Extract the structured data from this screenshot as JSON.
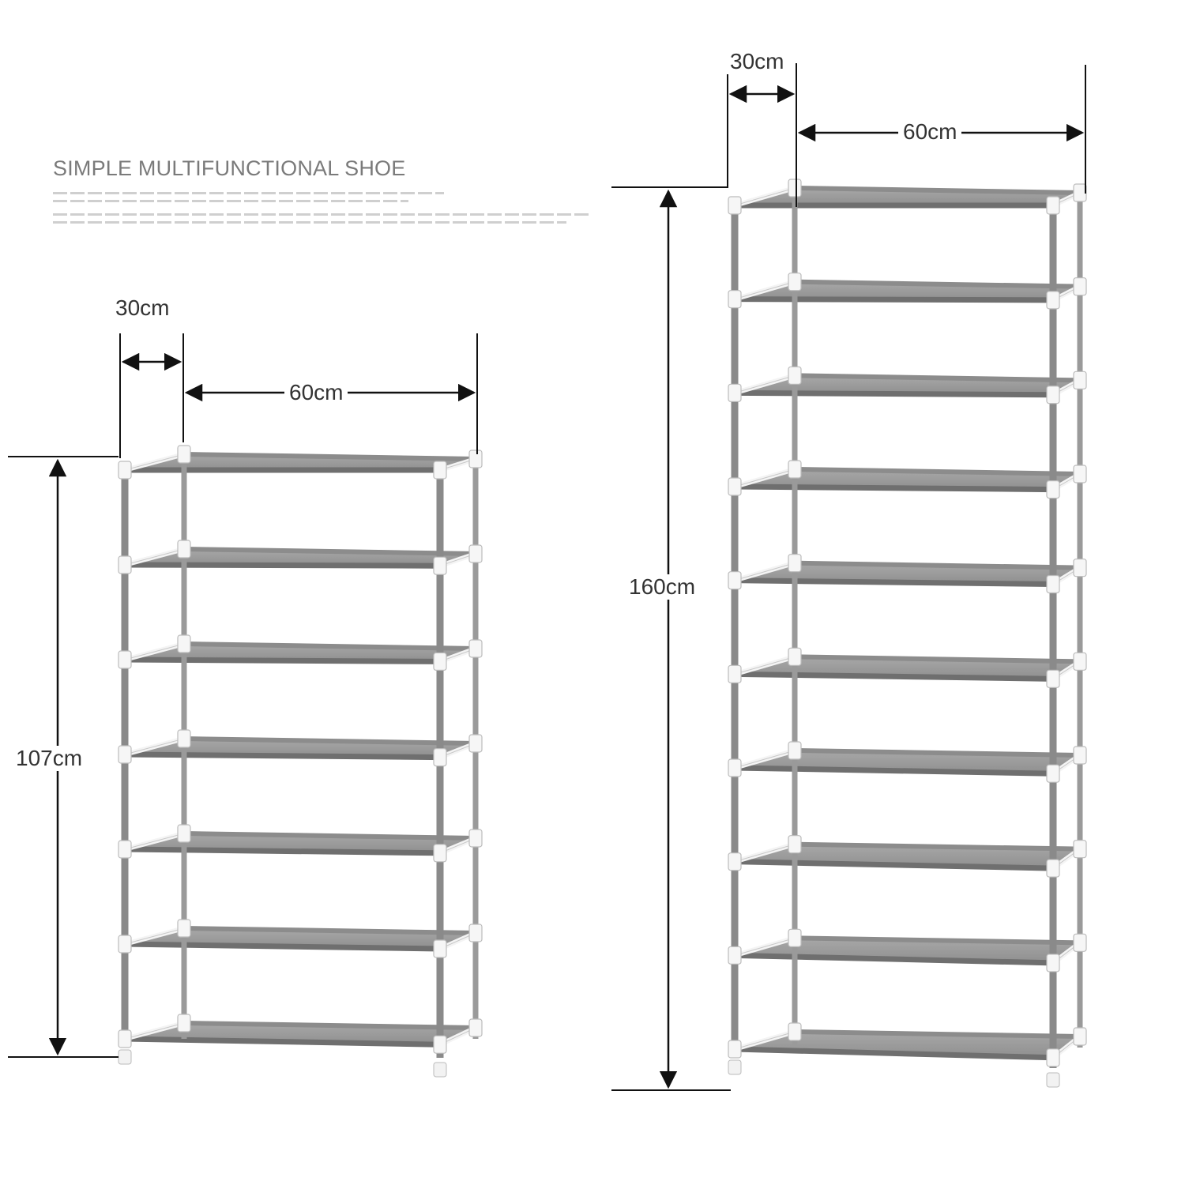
{
  "heading": "SIMPLE MULTIFUNCTIONAL SHOE",
  "rack_small": {
    "depth_label": "30cm",
    "width_label": "60cm",
    "height_label": "107cm",
    "tiers": 7
  },
  "rack_tall": {
    "depth_label": "30cm",
    "width_label": "60cm",
    "height_label": "160cm",
    "tiers": 10
  },
  "colors": {
    "frame": "#8a8a8a",
    "frame_light": "#f4f4f4",
    "shelf": "#9d9d9d",
    "shelf_edge": "#6f6f6f",
    "dimension": "#111111"
  }
}
